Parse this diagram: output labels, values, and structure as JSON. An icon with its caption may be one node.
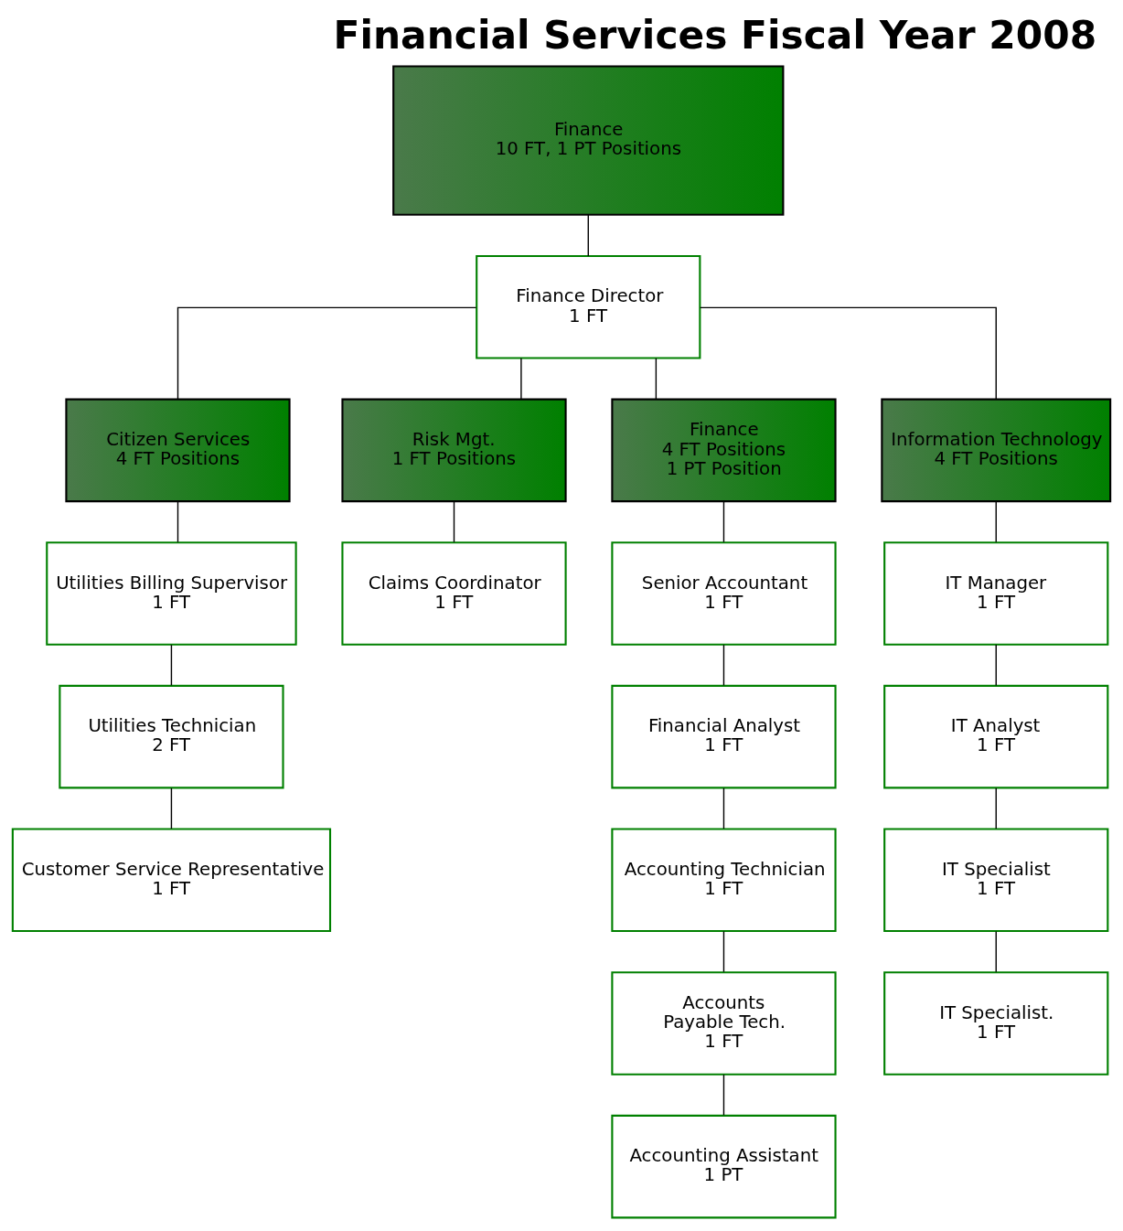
{
  "diagram": {
    "title": "Financial Services Fiscal Year 2008",
    "nodes": [
      {
        "text": [
          "Finance",
          "10 FT, 1 PT Positions"
        ]
      },
      {
        "text": [
          "Finance Director",
          "1 FT"
        ]
      },
      {
        "text": [
          "Citizen Services",
          "4 FT Positions"
        ]
      },
      {
        "text": [
          "Risk Mgt.",
          "1 FT Positions"
        ]
      },
      {
        "text": [
          "Finance",
          "4 FT Positions",
          "1 PT Position"
        ]
      },
      {
        "text": [
          "Information Technology",
          "4 FT Positions"
        ]
      },
      {
        "text": [
          "Utilities Billing Supervisor",
          "1 FT"
        ]
      },
      {
        "text": [
          "Claims Coordinator",
          "1 FT"
        ]
      },
      {
        "text": [
          "Senior Accountant",
          "1 FT"
        ]
      },
      {
        "text": [
          "IT Manager",
          "1 FT"
        ]
      },
      {
        "text": [
          "Utilities Technician",
          "2 FT"
        ]
      },
      {
        "text": [
          "Financial Analyst",
          "1 FT"
        ]
      },
      {
        "text": [
          "IT Analyst",
          "1 FT"
        ]
      },
      {
        "text": [
          "Customer Service Representative",
          "1 FT"
        ]
      },
      {
        "text": [
          "Accounting Technician",
          "1 FT"
        ]
      },
      {
        "text": [
          "IT Specialist",
          "1 FT"
        ]
      },
      {
        "text": [
          "Accounts",
          "Payable Tech.",
          "1 FT"
        ]
      },
      {
        "text": [
          "IT Specialist.",
          "1 FT"
        ]
      },
      {
        "text": [
          "Accounting Assistant",
          "1 PT"
        ]
      }
    ],
    "edges": [
      {
        "from": 0,
        "to": 1,
        "arrow": "none"
      },
      {
        "from": 1,
        "to": 2,
        "arrow": "none"
      },
      {
        "from": 1,
        "to": 3,
        "arrow": "none"
      },
      {
        "from": 1,
        "to": 4,
        "arrow": "none"
      },
      {
        "from": 1,
        "to": 5,
        "arrow": "none"
      },
      {
        "from": 2,
        "to": 6,
        "arrow": "none"
      },
      {
        "from": 6,
        "to": 10,
        "arrow": "none"
      },
      {
        "from": 10,
        "to": 13,
        "arrow": "none"
      },
      {
        "from": 3,
        "to": 7,
        "arrow": "none"
      },
      {
        "from": 4,
        "to": 8,
        "arrow": "none"
      },
      {
        "from": 8,
        "to": 11,
        "arrow": "none"
      },
      {
        "from": 11,
        "to": 14,
        "arrow": "none"
      },
      {
        "from": 14,
        "to": 16,
        "arrow": "none"
      },
      {
        "from": 16,
        "to": 18,
        "arrow": "none"
      },
      {
        "from": 5,
        "to": 9,
        "arrow": "none"
      },
      {
        "from": 9,
        "to": 12,
        "arrow": "none"
      },
      {
        "from": 12,
        "to": 15,
        "arrow": "none"
      },
      {
        "from": 15,
        "to": 17,
        "arrow": "none"
      }
    ]
  }
}
